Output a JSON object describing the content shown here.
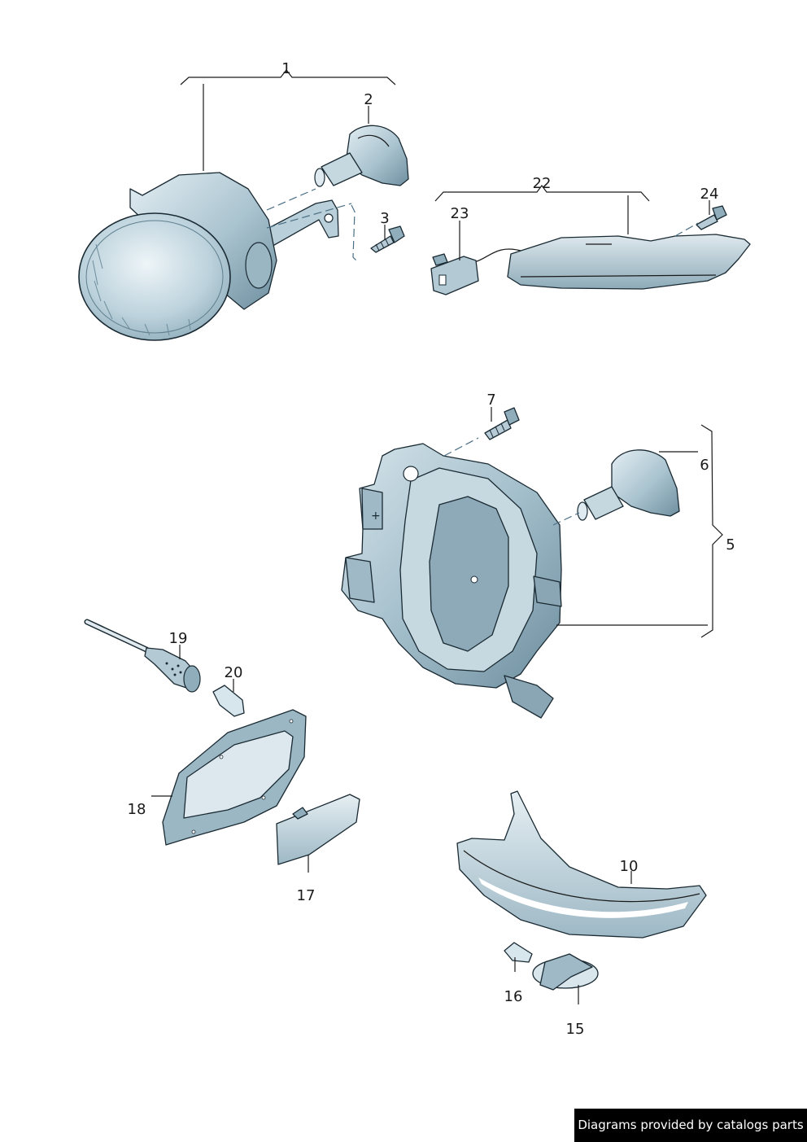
{
  "colors": {
    "part_fill_light": "#dbe8ee",
    "part_fill_mid": "#a9c3cf",
    "part_fill_dark": "#7f9fae",
    "outline": "#1a2a33",
    "credit_bg": "#000000",
    "credit_text": "#ffffff"
  },
  "labels": {
    "p1": "1",
    "p2": "2",
    "p3": "3",
    "p5": "5",
    "p6": "6",
    "p7": "7",
    "p10": "10",
    "p15": "15",
    "p16": "16",
    "p17": "17",
    "p18": "18",
    "p19": "19",
    "p20": "20",
    "p22": "22",
    "p23": "23",
    "p24": "24"
  },
  "credit": "Diagrams provided by catalogs parts"
}
